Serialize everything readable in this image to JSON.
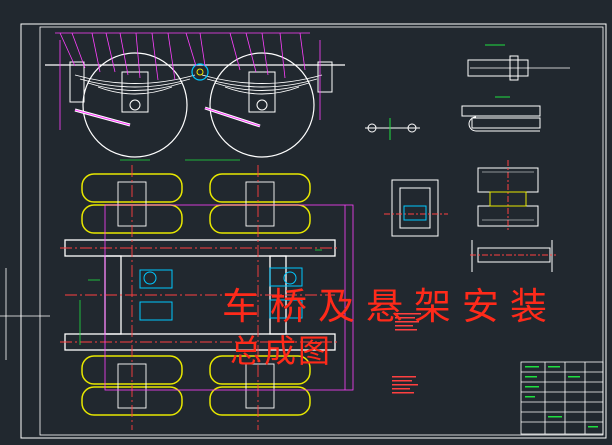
{
  "title": {
    "line1": "车桥及悬架安装",
    "line2": "总成图"
  },
  "colors": {
    "background": "#21282f",
    "frame": "#ffffff",
    "title": "#ff2a1a",
    "primary_lines": "#ffffff",
    "wheels": "#e8e800",
    "centerlines": "#ff4040",
    "dimensions": "#20e040",
    "components": "#00c8ff",
    "leaders": "#ff40ff"
  },
  "icons": [
    "title-block",
    "tire",
    "leaf-spring",
    "axle-beam"
  ]
}
